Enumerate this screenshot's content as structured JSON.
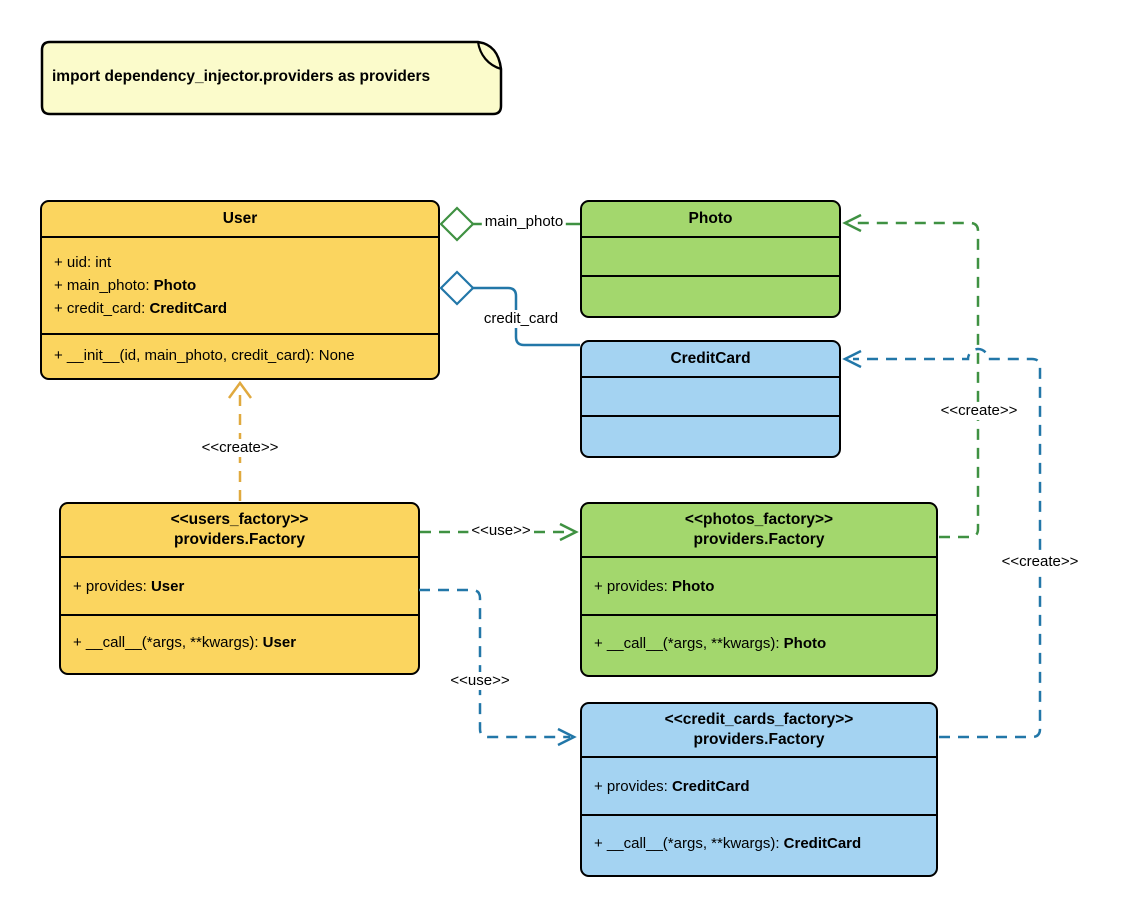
{
  "note": {
    "text": "import dependency_injector.providers as providers"
  },
  "colors": {
    "yellow_fill": "#FBD55F",
    "green_fill": "#A3D76D",
    "blue_fill": "#A4D3F2",
    "note_fill": "#FBFBCB",
    "green_stroke": "#3F9142",
    "blue_stroke": "#2277A8",
    "gold_stroke": "#E0A93E"
  },
  "labels": {
    "main_photo": "main_photo",
    "credit_card": "credit_card",
    "create_user": "<<create>>",
    "use_photos": "<<use>>",
    "use_credit_cards": "<<use>>",
    "create_photo": "<<create>>",
    "create_credit_card": "<<create>>"
  },
  "classes": {
    "user": {
      "title": "User",
      "attributes": [
        {
          "text": "+ uid: int",
          "bold": ""
        },
        {
          "text": "+ main_photo: ",
          "bold": "Photo"
        },
        {
          "text": "+ credit_card: ",
          "bold": "CreditCard"
        }
      ],
      "methods": [
        {
          "text": "+ __init__(id, main_photo, credit_card): None",
          "bold": ""
        }
      ]
    },
    "photo": {
      "title": "Photo"
    },
    "credit_card": {
      "title": "CreditCard"
    },
    "users_factory": {
      "stereotype": "<<users_factory>>",
      "title": "providers.Factory",
      "attributes": [
        {
          "text": "+ provides: ",
          "bold": "User"
        }
      ],
      "methods": [
        {
          "text": "+ __call__(*args, **kwargs): ",
          "bold": "User"
        }
      ]
    },
    "photos_factory": {
      "stereotype": "<<photos_factory>>",
      "title": "providers.Factory",
      "attributes": [
        {
          "text": "+ provides: ",
          "bold": "Photo"
        }
      ],
      "methods": [
        {
          "text": "+ __call__(*args, **kwargs): ",
          "bold": "Photo"
        }
      ]
    },
    "credit_cards_factory": {
      "stereotype": "<<credit_cards_factory>>",
      "title": "providers.Factory",
      "attributes": [
        {
          "text": "+ provides: ",
          "bold": "CreditCard"
        }
      ],
      "methods": [
        {
          "text": "+ __call__(*args, **kwargs): ",
          "bold": "CreditCard"
        }
      ]
    }
  }
}
